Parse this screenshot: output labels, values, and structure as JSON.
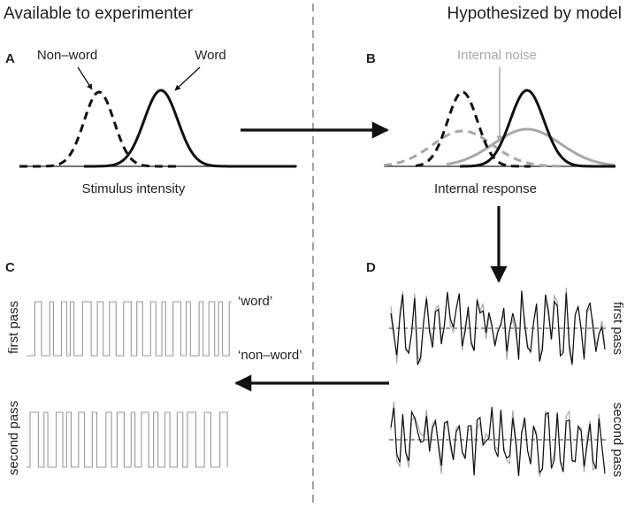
{
  "headers": {
    "left": "Available to experimenter",
    "right": "Hypothesized by model"
  },
  "panels": {
    "a": {
      "letter": "A",
      "nonword_label": "Non–word",
      "word_label": "Word",
      "axis_label": "Stimulus intensity"
    },
    "b": {
      "letter": "B",
      "noise_label": "Internal noise",
      "axis_label": "Internal response"
    },
    "c": {
      "letter": "C",
      "first_pass_label": "first pass",
      "second_pass_label": "second pass",
      "word_label": "‘word’",
      "nonword_label": "‘non–word’"
    },
    "d": {
      "letter": "D",
      "first_pass_label": "first pass",
      "second_pass_label": "second pass"
    }
  },
  "colors": {
    "ink": "#111111",
    "gray": "#a8a8a8"
  }
}
